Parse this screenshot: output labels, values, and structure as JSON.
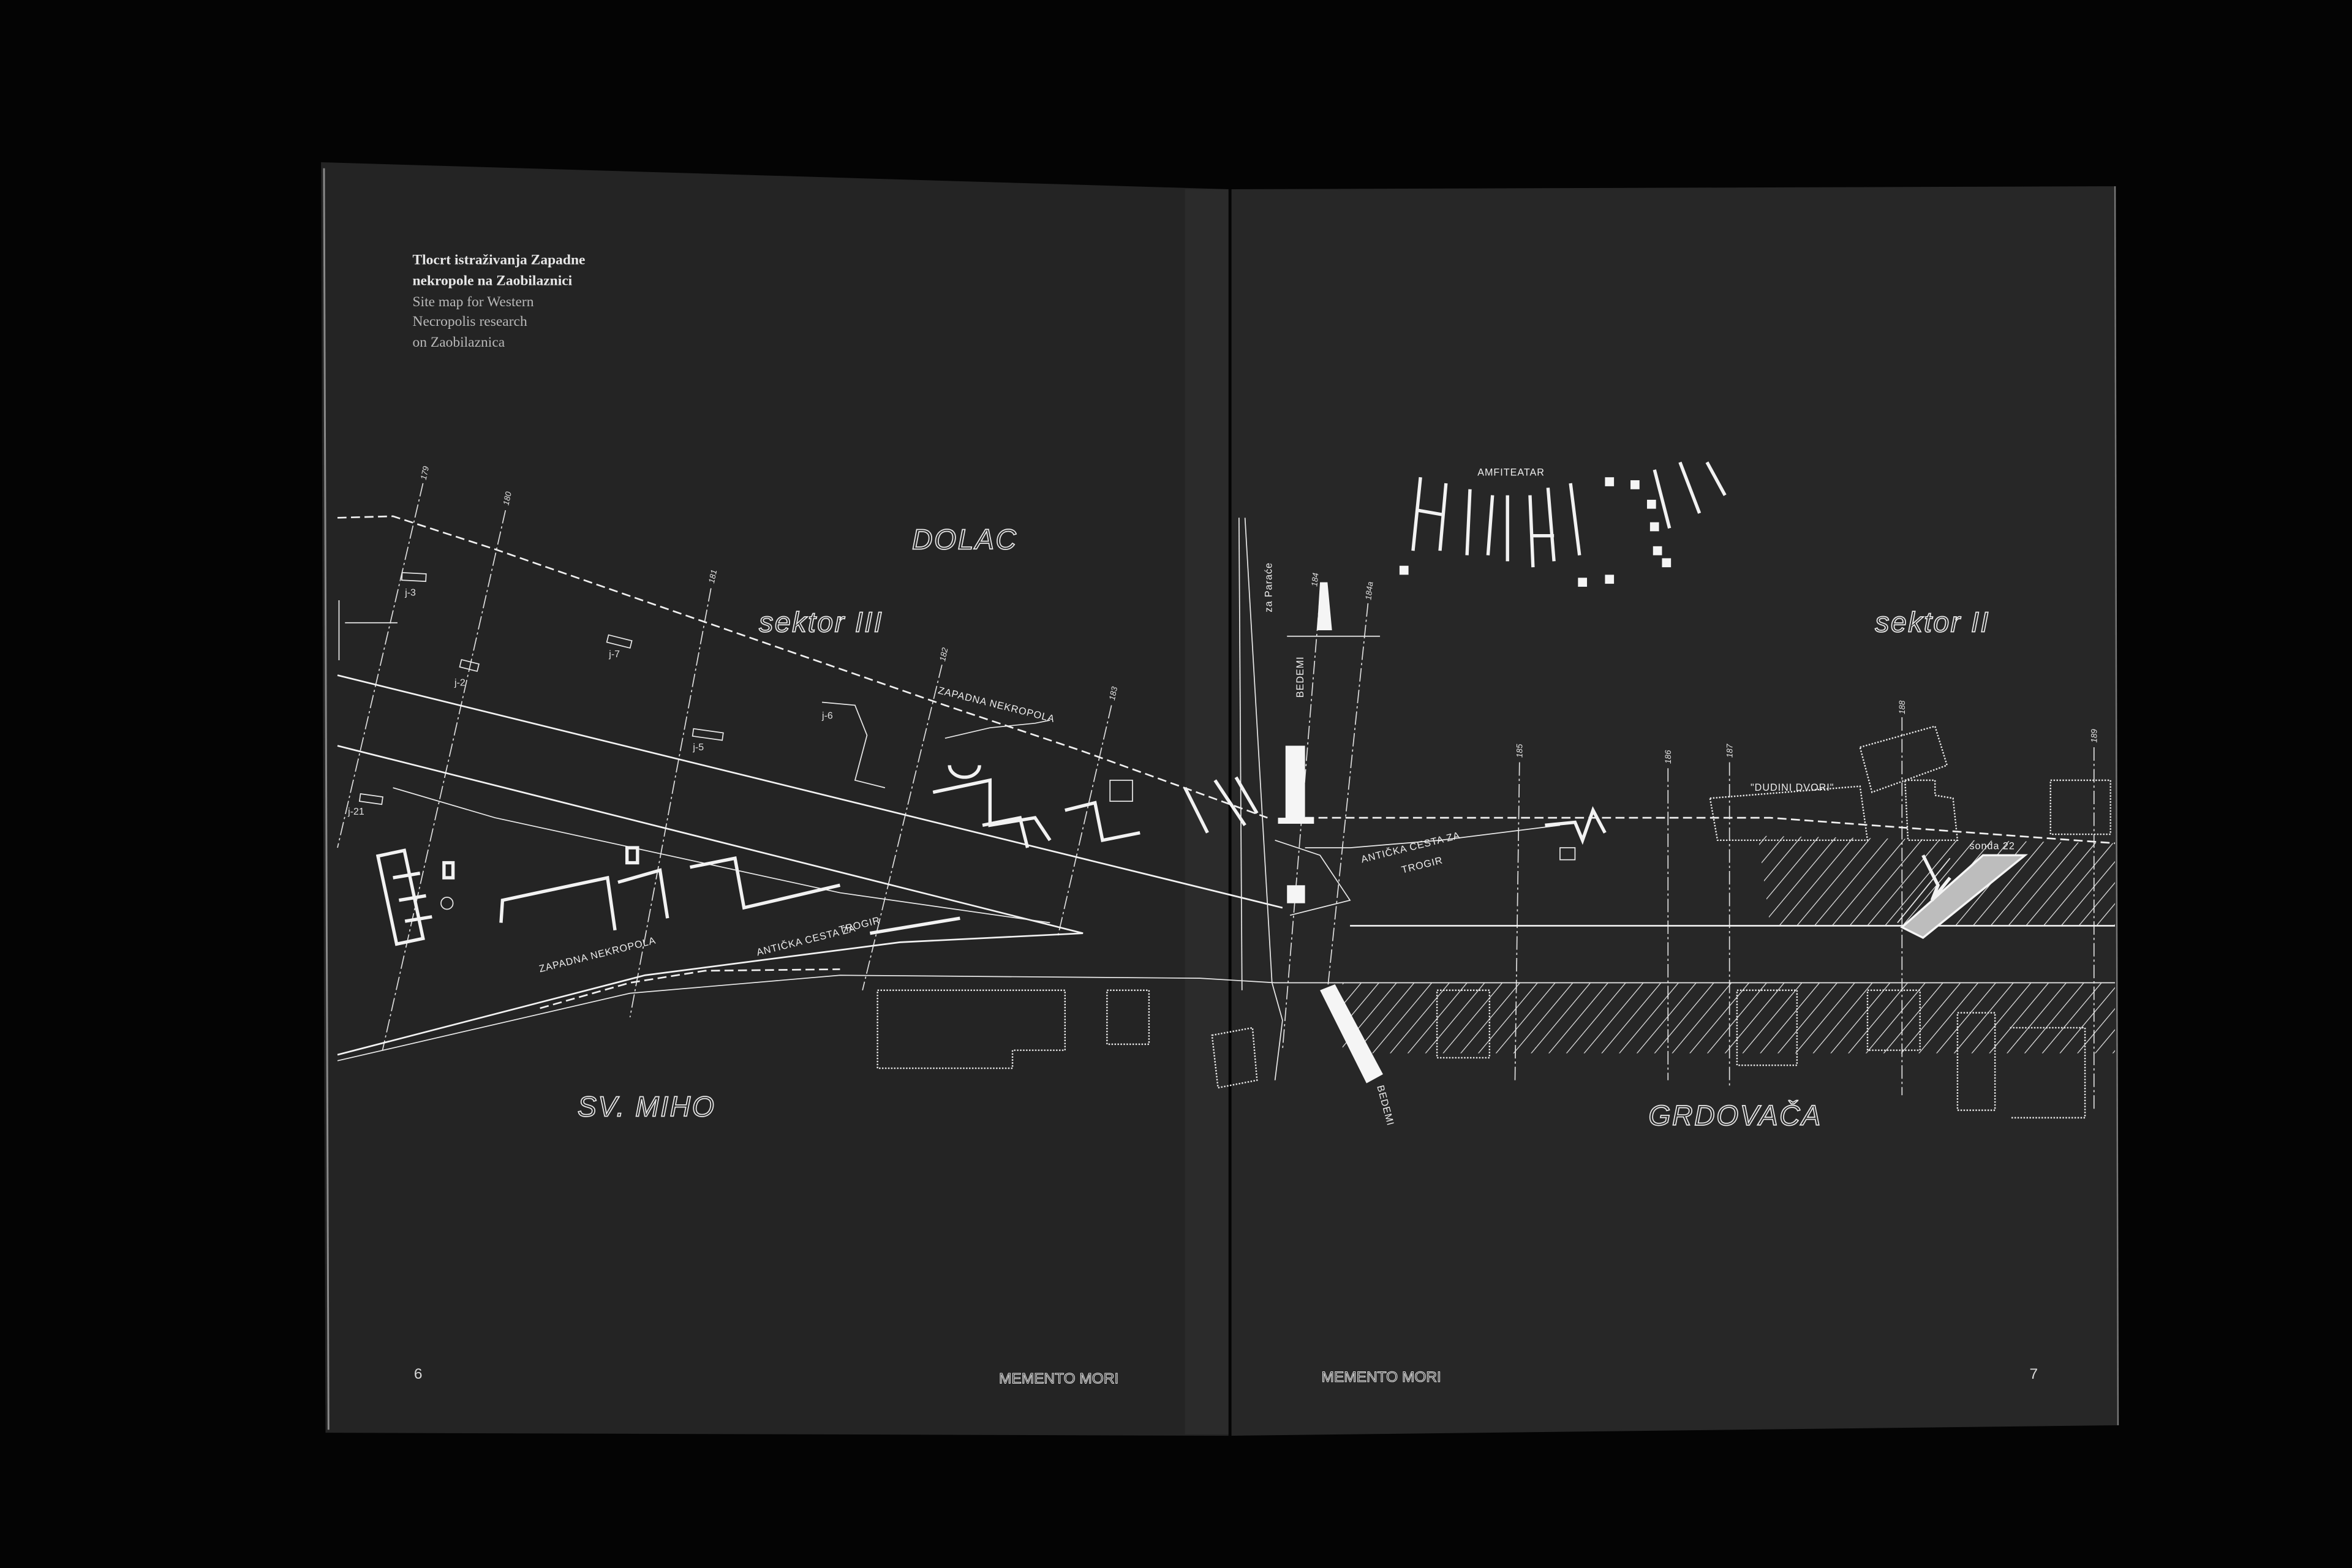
{
  "caption": {
    "title_hr": [
      "Tlocrt istraživanja Zapadne",
      "nekropole na Zaobilaznici"
    ],
    "title_en": [
      "Site map for Western",
      "Necropolis research",
      "on Zaobilaznica"
    ]
  },
  "map": {
    "areas": {
      "dolac": "DOLAC",
      "sektor_3": "sektor III",
      "sektor_2": "sektor II",
      "sv_miho": "SV. MIHO",
      "grdovaca": "GRDOVAČA"
    },
    "labels": {
      "amfiteatar": "AMFITEATAR",
      "zapadna_nekropola_upper": "ZAPADNA NEKROPOLA",
      "zapadna_nekropola_lower": "ZAPADNA NEKROPOLA",
      "anticka_cesta_left_1": "ANTIČKA CESTA ZA",
      "anticka_cesta_left_2": "TROGIR",
      "anticka_cesta_right_1": "ANTIČKA CESTA ZA",
      "anticka_cesta_right_2": "TROGIR",
      "bedemi_upper": "BEDEMI",
      "bedemi_lower": "BEDEMI",
      "za_parace": "za Paraće",
      "dudini_dvori": "\"DUDINI DVORI\"",
      "sonda": "sonda 22"
    },
    "grid_numbers": [
      "179",
      "180",
      "181",
      "182",
      "183",
      "184",
      "184a",
      "185",
      "186",
      "187",
      "188",
      "189"
    ],
    "tombs": [
      "j-3",
      "j-2",
      "j-7",
      "j-5",
      "j-21",
      "j-6"
    ]
  },
  "footer": {
    "left_page_number": "6",
    "left_title": "MEMENTO MORI",
    "right_title": "MEMENTO MORI",
    "right_page_number": "7"
  }
}
